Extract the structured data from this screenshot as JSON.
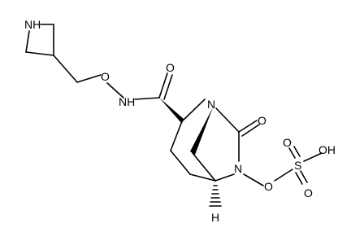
{
  "molecule": {
    "atoms": {
      "azetidine_nh": "NH",
      "ether_o": "O",
      "amide_nh": "NH",
      "carbonyl_o1": "O",
      "bridgehead_n": "N",
      "carbonyl_o2": "O",
      "ring_n": "N",
      "sulfate_o": "O",
      "sulfur": "S",
      "oh": "OH",
      "so_upper": "O",
      "so_lower": "O",
      "stereo_h": "H"
    }
  },
  "colors": {
    "line": "#000000",
    "background": "#ffffff"
  }
}
